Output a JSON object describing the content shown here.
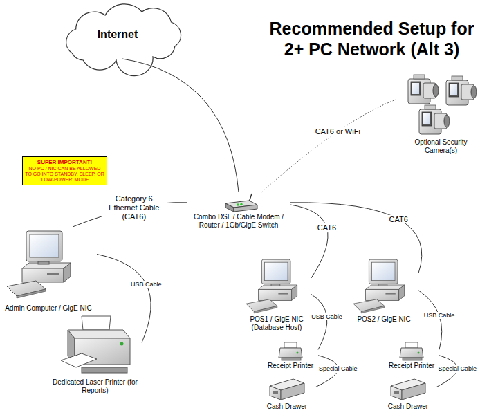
{
  "diagram": {
    "title": "Recommended Setup for 2+ PC Network (Alt 3)",
    "nodes": [
      {
        "text": [
          "Internet"
        ]
      },
      {
        "text": [
          "Optional Security Camera(s)"
        ]
      },
      {
        "text": [
          "SUPER IMPORTANT!",
          "NO PC / NIC CAN BE ALLOWED TO GO INTO STANDBY, SLEEP, OR 'LOW-POWER' MODE"
        ]
      },
      {
        "text": [
          "Combo DSL / Cable Modem / Router / 1Gb/GigE Switch"
        ]
      },
      {
        "text": [
          "Admin Computer / GigE NIC"
        ]
      },
      {
        "text": [
          "Dedicated Laser Printer (for Reports)"
        ]
      },
      {
        "text": [
          "POS1 / GigE NIC (Database Host)"
        ]
      },
      {
        "text": [
          "POS2 / GigE NIC"
        ]
      },
      {
        "text": [
          "Receipt Printer"
        ]
      },
      {
        "text": [
          "Receipt Printer"
        ]
      },
      {
        "text": [
          "Cash Drawer"
        ]
      },
      {
        "text": [
          "Cash Drawer"
        ]
      }
    ],
    "edges": [
      {
        "from": 0,
        "to": 3,
        "arrow": "none"
      },
      {
        "from": 3,
        "to": 1,
        "label": "CAT6 or WiFi",
        "arrow": "none"
      },
      {
        "from": 3,
        "to": 4,
        "label": "Category 6 Ethernet Cable (CAT6)",
        "arrow": "none"
      },
      {
        "from": 3,
        "to": 6,
        "label": "CAT6",
        "arrow": "none"
      },
      {
        "from": 3,
        "to": 7,
        "label": "CAT6",
        "arrow": "none"
      },
      {
        "from": 4,
        "to": 5,
        "label": "USB Cable",
        "arrow": "none"
      },
      {
        "from": 6,
        "to": 8,
        "label": "USB Cable",
        "arrow": "none"
      },
      {
        "from": 7,
        "to": 9,
        "label": "USB Cable",
        "arrow": "none"
      },
      {
        "from": 8,
        "to": 10,
        "label": "Special Cable",
        "arrow": "none"
      },
      {
        "from": 9,
        "to": 11,
        "label": "Special Cable",
        "arrow": "none"
      }
    ]
  }
}
